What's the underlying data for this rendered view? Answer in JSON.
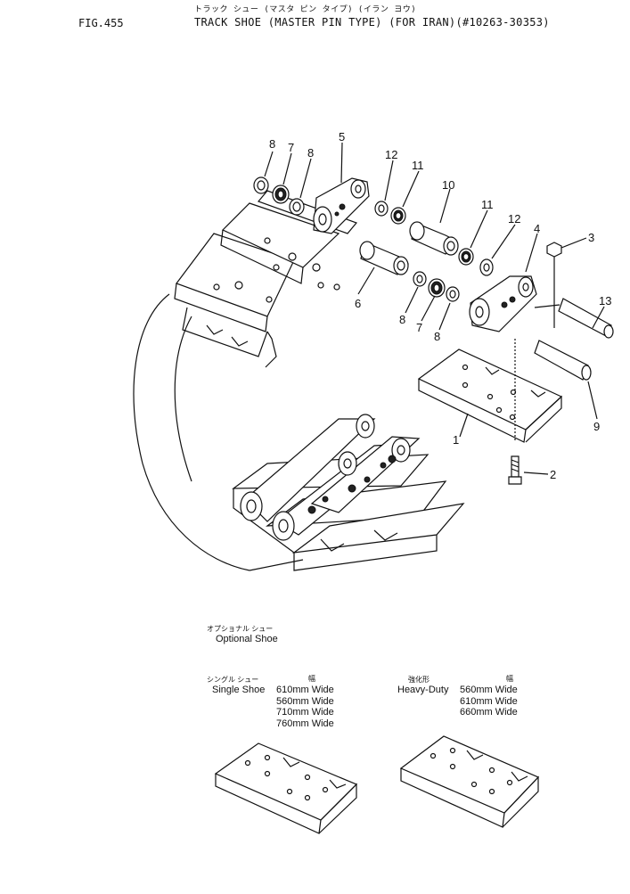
{
  "header": {
    "fig": "FIG.455",
    "title_jp": "トラック シュー (マスタ ピン タイプ) (イラン ヨウ)",
    "title_en": "TRACK SHOE (MASTER PIN TYPE) (FOR IRAN)(#10263-30353)"
  },
  "callouts": [
    "8",
    "7",
    "8",
    "5",
    "12",
    "11",
    "10",
    "11",
    "12",
    "4",
    "3",
    "13",
    "6",
    "8",
    "7",
    "8",
    "9",
    "1",
    "2"
  ],
  "optional": {
    "jp": "オプショナル シュー",
    "en": "Optional Shoe"
  },
  "single": {
    "jp": "シングル シュー",
    "en": "Single Shoe",
    "width_jp": "幅",
    "widths": [
      "610mm Wide",
      "560mm Wide",
      "710mm Wide",
      "760mm Wide"
    ]
  },
  "heavy": {
    "jp": "強化形",
    "en": "Heavy-Duty",
    "width_jp": "幅",
    "widths": [
      "560mm Wide",
      "610mm Wide",
      "660mm Wide"
    ]
  }
}
